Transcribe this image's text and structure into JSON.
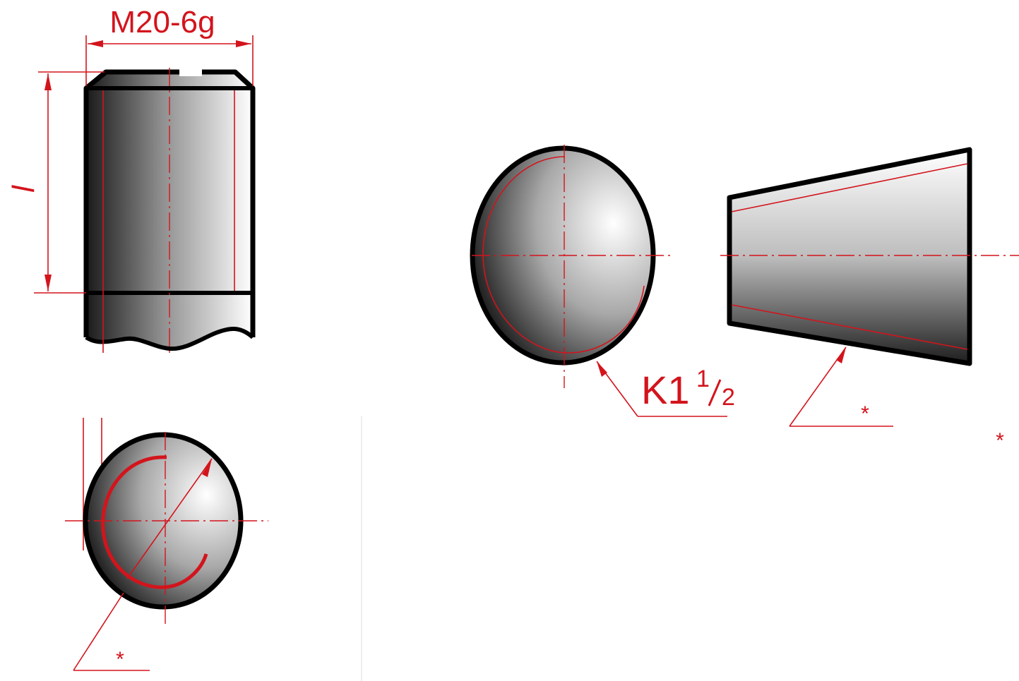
{
  "labels": {
    "thread_metric": "M20-6g",
    "length_symbol": "l",
    "cone_thread_main": "K1",
    "cone_thread_num": "1",
    "cone_thread_den": "2",
    "star_bottom": "*",
    "star_right": "*",
    "star_edge": "*"
  },
  "colors": {
    "annotation": "#d3141c",
    "outline": "#000000",
    "shade_dark": "#1a1a1a",
    "shade_light": "#ffffff"
  }
}
